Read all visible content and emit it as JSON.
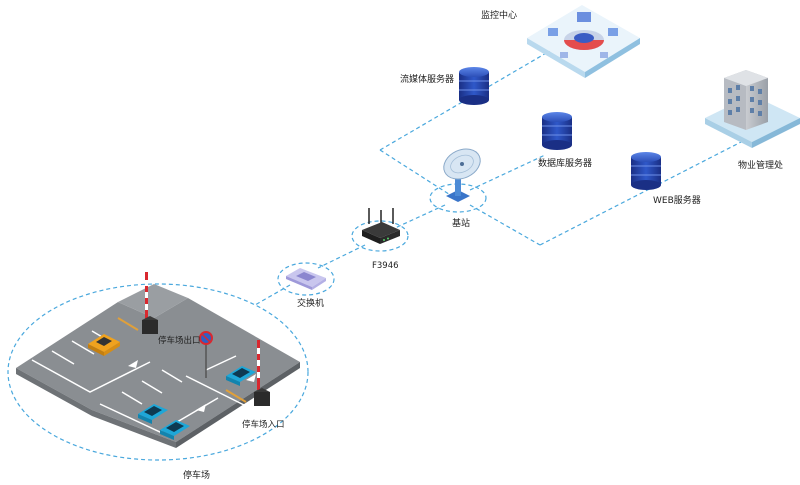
{
  "labels": {
    "monitor_center": "监控中心",
    "streaming_server": "流媒体服务器",
    "database_server": "数据库服务器",
    "web_server": "WEB服务器",
    "property_office": "物业管理处",
    "base_station": "基站",
    "router": "F3946",
    "switch": "交换机",
    "parking_exit": "停车场出口",
    "parking_entrance": "停车场入口",
    "parking_lot": "停车场"
  },
  "colors": {
    "dash_line": "#4aa8dd",
    "server_dark": "#1f3c9e",
    "server_light": "#3a6ad8",
    "pavement": "#8a8e92",
    "taxi": "#f0a21e",
    "car": "#1ea7d8",
    "barrier_stripe": "#d9282f"
  },
  "icons": {
    "monitor_center": "control-room-icon",
    "servers": "server-stack-icon",
    "property_office": "office-building-icon",
    "base_station": "satellite-dish-icon",
    "router": "router-icon",
    "switch": "network-switch-icon"
  }
}
